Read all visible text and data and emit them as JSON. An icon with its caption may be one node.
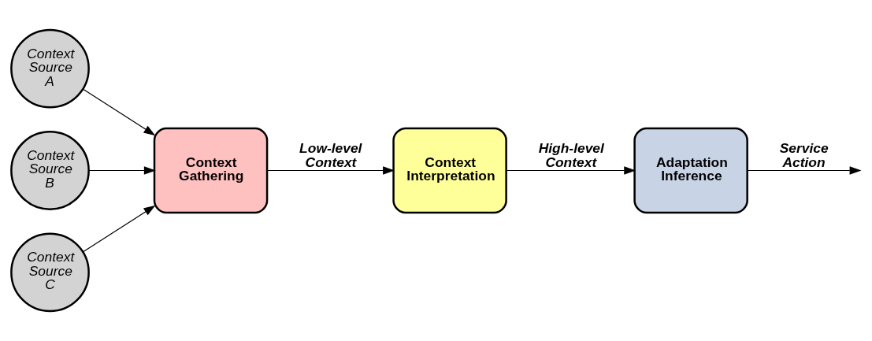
{
  "diagram": {
    "nodes": [
      {
        "text": [
          "Context Source A"
        ]
      },
      {
        "text": [
          "Context Source B"
        ]
      },
      {
        "text": [
          "Context Source C"
        ]
      },
      {
        "text": [
          "Context Gathering"
        ]
      },
      {
        "text": [
          "Context Interpretation"
        ]
      },
      {
        "text": [
          "Adaptation Inference"
        ]
      }
    ],
    "edges": [
      {
        "from": 0,
        "to": 3,
        "arrow": "to"
      },
      {
        "from": 1,
        "to": 3,
        "arrow": "to"
      },
      {
        "from": 2,
        "to": 3,
        "arrow": "to"
      },
      {
        "from": 3,
        "to": 4,
        "arrow": "to",
        "label": "Low-level Context"
      },
      {
        "from": 4,
        "to": 5,
        "arrow": "to",
        "label": "High-level Context"
      },
      {
        "from": 5,
        "to": null,
        "arrow": "to",
        "label": "Service Action"
      }
    ]
  }
}
